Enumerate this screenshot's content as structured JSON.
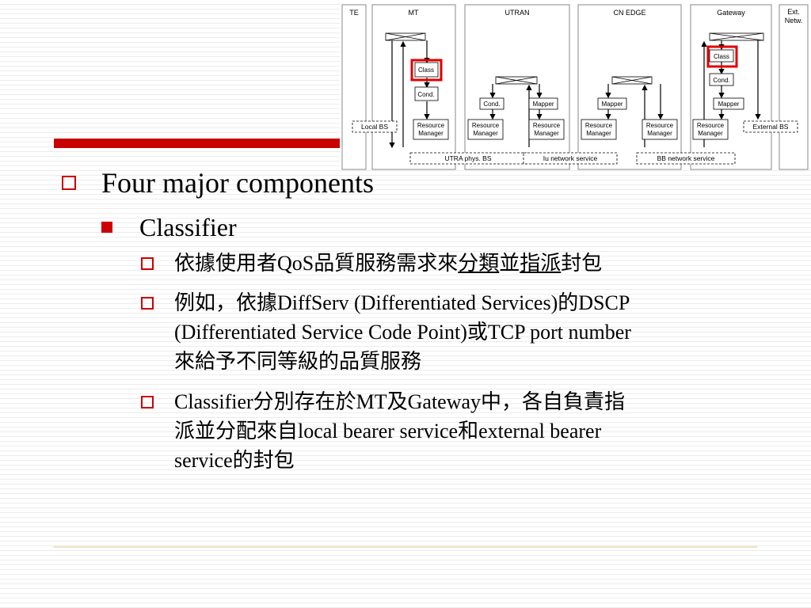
{
  "diagram": {
    "columns": {
      "te": "TE",
      "mt": "MT",
      "utran": "UTRAN",
      "cn_edge": "CN EDGE",
      "gateway": "Gateway",
      "ext_netw_1": "Ext.",
      "ext_netw_2": "Netw."
    },
    "boxes": {
      "class_mt": "Class",
      "cond_mt": "Cond.",
      "rm_mt_1": "Resource",
      "rm_mt_2": "Manager",
      "cond_utran": "Cond.",
      "rm_utran_a_1": "Resource",
      "rm_utran_a_2": "Manager",
      "mapper_utran": "Mapper",
      "rm_utran_b_1": "Resource",
      "rm_utran_b_2": "Manager",
      "mapper_cn": "Mapper",
      "rm_cn_a_1": "Resource",
      "rm_cn_a_2": "Manager",
      "rm_cn_b_1": "Resource",
      "rm_cn_b_2": "Manager",
      "class_gw": "Class",
      "cond_gw": "Cond.",
      "mapper_gw": "Mapper",
      "rm_gw_1": "Resource",
      "rm_gw_2": "Manager"
    },
    "services": {
      "local_bs": "Local BS",
      "external_bs": "External BS",
      "utra_phys_bs": "UTRA phys. BS",
      "iu_network_service": "Iu network service",
      "bb_network_service": "BB network service"
    },
    "colors": {
      "highlight": "#e00000"
    }
  },
  "slide": {
    "colors": {
      "accent_bar": "#c80000",
      "bullet": "#cc0000",
      "footer_line": "#f2e2c2"
    },
    "heading": "Four major components",
    "subheading": "Classifier",
    "bullet1": {
      "a": "依據使用者QoS品質服務需求來",
      "b": "分類",
      "c": "並",
      "d": "指派",
      "e": "封包"
    },
    "bullet2": {
      "line1": "例如，依據DiffServ (Differentiated Services)的DSCP",
      "line2": "(Differentiated Service Code Point)或TCP port number",
      "line3": "來給予不同等級的品質服務"
    },
    "bullet3": {
      "line1": "Classifier分別存在於MT及Gateway中，各自負責指",
      "line2": "派並分配來自local bearer service和external bearer",
      "line3": "service的封包"
    }
  }
}
